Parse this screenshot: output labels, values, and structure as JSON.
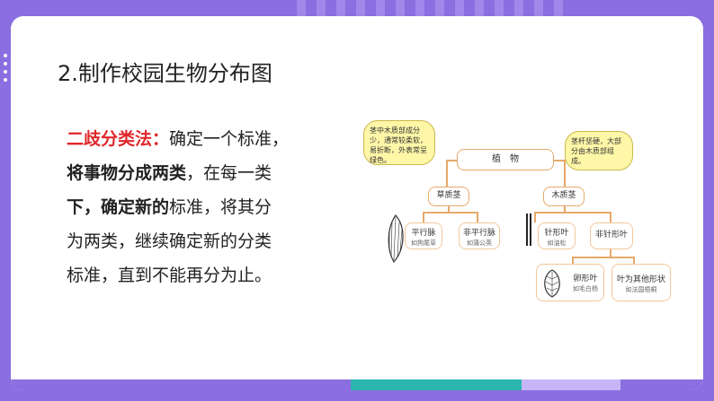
{
  "title": "2.制作校园生物分布图",
  "body": {
    "term": "二歧分类法：",
    "p1": "确定一个标准，",
    "p2_bold": "将事物分成两类",
    "p2_rest": "，在每一类",
    "p3_bold1": "下，确定新的",
    "p3_rest": "标准，将其分",
    "p4": "为两类，继续确定新的分类",
    "p5": "标准，直到不能再分为止。"
  },
  "diagram": {
    "root": "植　物",
    "bubble_left": "茎中木质部成分少，通常较柔软，易折断，外表常呈绿色。",
    "bubble_right": "茎杆坚硬，大部分由木质部组成。",
    "herb": "草质茎",
    "wood": "木质茎",
    "parallel": "平行脉",
    "parallel_ex": "如狗尾草",
    "nonparallel": "非平行脉",
    "nonparallel_ex": "如蒲公英",
    "needle": "针形叶",
    "needle_ex": "如油松",
    "nonneedle": "非针形叶",
    "ovate": "卵形叶",
    "ovate_ex": "如毛白杨",
    "other": "叶为其他形状",
    "other_ex": "如法国梧桐"
  },
  "colors": {
    "frame": "#8b6ee0",
    "accent_teal": "#2bb6b0",
    "term_red": "#e0262a",
    "box_border": "#e6a96a",
    "bubble_fill": "#fff7a8"
  }
}
